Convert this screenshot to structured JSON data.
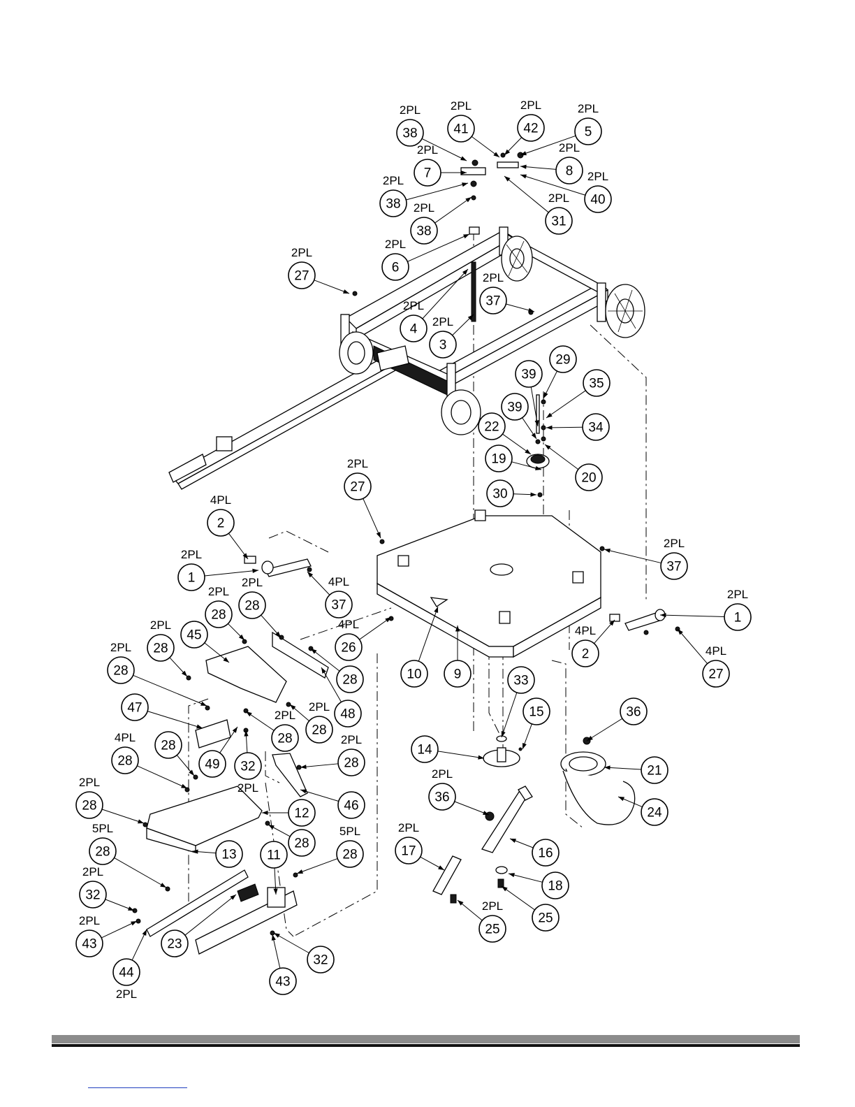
{
  "callouts": [
    {
      "n": "38",
      "q": "2PL"
    },
    {
      "n": "41",
      "q": "2PL"
    },
    {
      "n": "42",
      "q": "2PL"
    },
    {
      "n": "5",
      "q": "2PL"
    },
    {
      "n": "7",
      "q": "2PL"
    },
    {
      "n": "8",
      "q": "2PL"
    },
    {
      "n": "40",
      "q": "2PL"
    },
    {
      "n": "38",
      "q": "2PL"
    },
    {
      "n": "38",
      "q": "2PL"
    },
    {
      "n": "31",
      "q": "2PL"
    },
    {
      "n": "6",
      "q": "2PL"
    },
    {
      "n": "27",
      "q": "2PL"
    },
    {
      "n": "4",
      "q": "2PL"
    },
    {
      "n": "3",
      "q": "2PL"
    },
    {
      "n": "37",
      "q": "2PL"
    },
    {
      "n": "39",
      "q": ""
    },
    {
      "n": "29",
      "q": ""
    },
    {
      "n": "35",
      "q": ""
    },
    {
      "n": "39",
      "q": ""
    },
    {
      "n": "34",
      "q": ""
    },
    {
      "n": "22",
      "q": ""
    },
    {
      "n": "19",
      "q": ""
    },
    {
      "n": "20",
      "q": ""
    },
    {
      "n": "30",
      "q": ""
    },
    {
      "n": "27",
      "q": "2PL"
    },
    {
      "n": "2",
      "q": "4PL"
    },
    {
      "n": "1",
      "q": "2PL"
    },
    {
      "n": "37",
      "q": "4PL"
    },
    {
      "n": "37",
      "q": "2PL"
    },
    {
      "n": "1",
      "q": "2PL"
    },
    {
      "n": "2",
      "q": "4PL"
    },
    {
      "n": "27",
      "q": "4PL"
    },
    {
      "n": "28",
      "q": "2PL"
    },
    {
      "n": "28",
      "q": "2PL"
    },
    {
      "n": "45",
      "q": ""
    },
    {
      "n": "28",
      "q": "2PL"
    },
    {
      "n": "28",
      "q": "2PL"
    },
    {
      "n": "26",
      "q": "4PL"
    },
    {
      "n": "28",
      "q": ""
    },
    {
      "n": "48",
      "q": ""
    },
    {
      "n": "10",
      "q": ""
    },
    {
      "n": "9",
      "q": ""
    },
    {
      "n": "47",
      "q": ""
    },
    {
      "n": "28",
      "q": "2PL"
    },
    {
      "n": "28",
      "q": "2PL"
    },
    {
      "n": "49",
      "q": ""
    },
    {
      "n": "32",
      "q": "2PL"
    },
    {
      "n": "28",
      "q": "4PL"
    },
    {
      "n": "28",
      "q": ""
    },
    {
      "n": "28",
      "q": "2PL"
    },
    {
      "n": "46",
      "q": ""
    },
    {
      "n": "33",
      "q": ""
    },
    {
      "n": "15",
      "q": ""
    },
    {
      "n": "14",
      "q": ""
    },
    {
      "n": "36",
      "q": ""
    },
    {
      "n": "21",
      "q": ""
    },
    {
      "n": "36",
      "q": "2PL"
    },
    {
      "n": "24",
      "q": ""
    },
    {
      "n": "28",
      "q": "2PL"
    },
    {
      "n": "12",
      "q": ""
    },
    {
      "n": "28",
      "q": ""
    },
    {
      "n": "28",
      "q": "5PL"
    },
    {
      "n": "13",
      "q": ""
    },
    {
      "n": "11",
      "q": ""
    },
    {
      "n": "28",
      "q": "5PL"
    },
    {
      "n": "16",
      "q": ""
    },
    {
      "n": "17",
      "q": "2PL"
    },
    {
      "n": "18",
      "q": ""
    },
    {
      "n": "32",
      "q": "2PL"
    },
    {
      "n": "25",
      "q": "2PL"
    },
    {
      "n": "25",
      "q": ""
    },
    {
      "n": "43",
      "q": "2PL"
    },
    {
      "n": "23",
      "q": ""
    },
    {
      "n": "32",
      "q": ""
    },
    {
      "n": "44",
      "q": "2PL"
    },
    {
      "n": "43",
      "q": ""
    }
  ]
}
